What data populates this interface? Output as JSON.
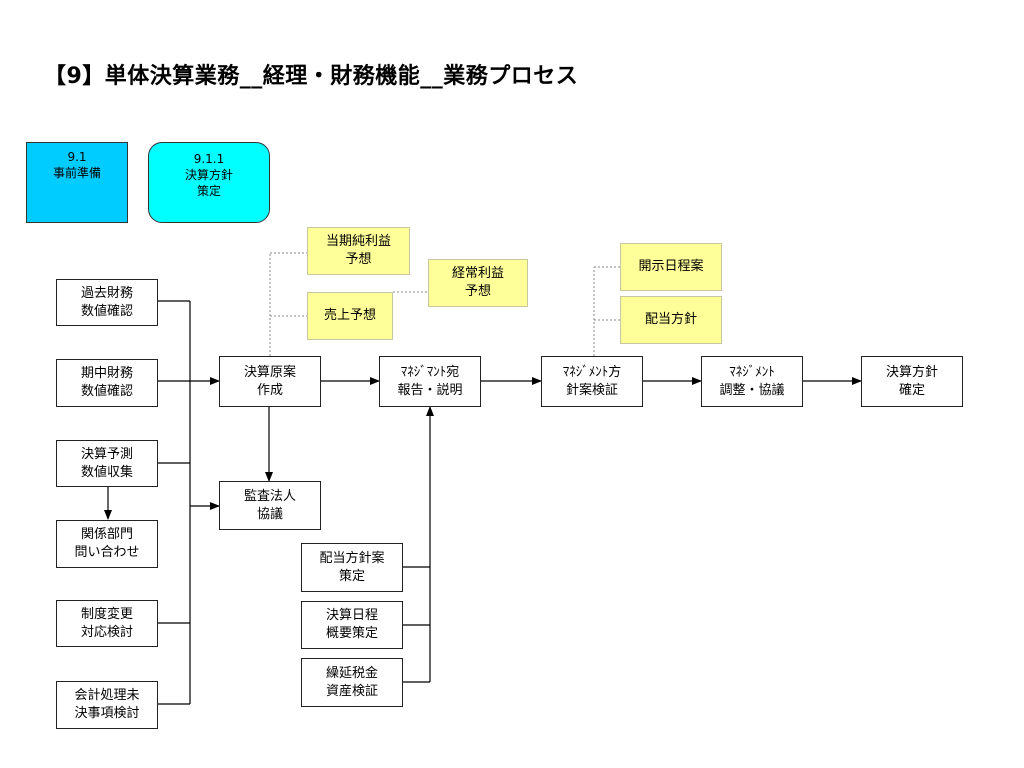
{
  "title": "【9】単体決算業務__経理・財務機能__業務プロセス",
  "phase": {
    "label": "9.1\n事前準備"
  },
  "task": {
    "label": "9.1.1\n決算方針\n策定"
  },
  "inputs": [
    "過去財務\n数値確認",
    "期中財務\n数値確認",
    "決算予測\n数値収集",
    "関係部門\n問い合わせ",
    "制度変更\n対応検討",
    "会計処理未\n決事項検討"
  ],
  "process": {
    "draft": "決算原案\n作成",
    "report": "ﾏﾈｼﾞﾏﾝﾄ宛\n報告・説明",
    "review": "ﾏﾈｼﾞﾒﾝﾄ方\n針案検証",
    "adjust": "ﾏﾈｼﾞﾒﾝﾄ\n調整・協議",
    "confirm": "決算方針\n確定",
    "audit": "監査法人\n協議"
  },
  "sub_inputs": [
    "配当方針案\n策定",
    "決算日程\n概要策定",
    "繰延税金\n資産検証"
  ],
  "notes": {
    "net_income": "当期純利益\n予想",
    "ordinary_income": "経常利益\n予想",
    "sales": "売上予想",
    "disclosure": "開示日程案",
    "dividend": "配当方針"
  }
}
